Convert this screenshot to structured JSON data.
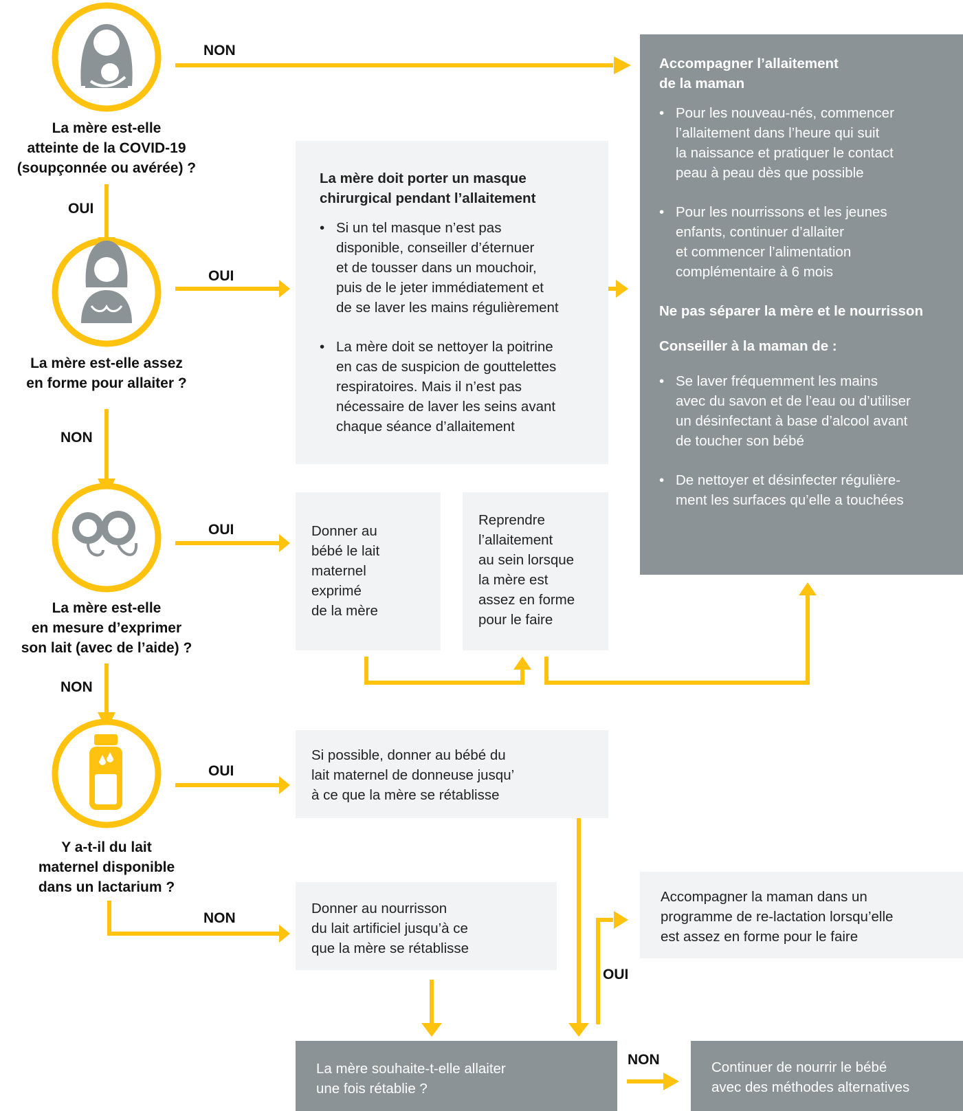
{
  "colors": {
    "accent": "#ffc20e",
    "dark_box": "#8b9396",
    "light_box": "#f2f3f4",
    "icon_gray": "#8b9396"
  },
  "questions": {
    "q1": "La mère est-elle\natteinte de la COVID-19\n(soupçonnée ou avérée) ?",
    "q2": "La mère est-elle assez\nen forme pour allaiter ?",
    "q3": "La mère est-elle\nen mesure d’exprimer\nson lait (avec de l’aide) ?",
    "q4": "Y a-t-il du lait\nmaternel disponible\ndans un lactarium ?"
  },
  "icons": {
    "q1": "mother-breastfeeding-icon",
    "q2": "mother-icon",
    "q3": "breast-pump-icon",
    "q4": "milk-bottle-icon"
  },
  "labels": {
    "q1_no": "NON",
    "q1_yes": "OUI",
    "q2_yes": "OUI",
    "q2_no": "NON",
    "q3_yes": "OUI",
    "q3_no": "NON",
    "q4_yes": "OUI",
    "q4_no": "NON",
    "wish_yes": "OUI",
    "wish_no": "NON"
  },
  "support_box": {
    "heading": "Accompagner l’allaitement\nde la maman",
    "bullets": [
      "Pour les nouveau-nés, commencer\nl’allaitement dans l’heure qui suit\nla naissance et pratiquer le contact\npeau à peau dès que possible",
      "Pour les nourrissons et les jeunes\nenfants, continuer d’allaiter\net commencer l’alimentation\ncomplémentaire à 6 mois"
    ],
    "subheading1": "Ne pas séparer la mère et le nourrisson",
    "subheading2": "Conseiller à la maman de :",
    "advice": [
      "Se laver fréquemment les mains\navec du savon et de l’eau ou d’utiliser\nun désinfectant à base d’alcool avant\nde toucher son bébé",
      "De nettoyer et désinfecter régulière-\nment les surfaces qu’elle a touchées"
    ]
  },
  "mask_box": {
    "heading": "La mère doit porter un masque\nchirurgical pendant l’allaitement",
    "bullets": [
      "Si un tel masque n’est pas\ndisponible, conseiller d’éternuer\net de tousser dans un mouchoir,\npuis de le jeter immédiatement et\nde se laver les mains régulièrement",
      "La mère doit se nettoyer la poitrine\nen cas de suspicion de gouttelettes\nrespiratoires. Mais il n’est pas\nnécessaire de laver les seins avant\nchaque séance d’allaitement"
    ]
  },
  "expressed_box": {
    "text": "Donner au\nbébé le lait\nmaternel\nexprimé\nde la mère"
  },
  "resume_box": {
    "text": "Reprendre\nl’allaitement\nau sein lorsque\nla mère est\nassez en forme\npour le faire"
  },
  "donor_box": {
    "text": "Si possible, donner au bébé du\nlait maternel de donneuse jusqu’\nà ce que la mère se rétablisse"
  },
  "formula_box": {
    "text": "Donner au nourrisson\ndu lait artificiel jusqu’à ce\nque la mère se rétablisse"
  },
  "relactation_box": {
    "text": "Accompagner la maman dans un\nprogramme de re-lactation lorsqu’elle\nest assez en forme pour le faire"
  },
  "wish_box": {
    "text": "La mère souhaite-t-elle allaiter\nune fois rétablie ?"
  },
  "alternative_box": {
    "text": "Continuer de nourrir le bébé\navec des méthodes alternatives"
  }
}
